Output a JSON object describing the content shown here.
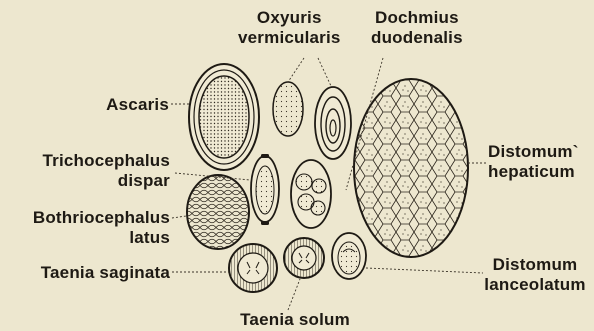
{
  "labels": {
    "oxyuris": "Oxyuris\nvermicularis",
    "dochmius": "Dochmius\nduodenalis",
    "ascaris": "Ascaris",
    "trichocephalus": "Trichocephalus\ndispar",
    "bothriocephalus": "Bothriocephalus\nlatus",
    "taenia_saginata": "Taenia saginata",
    "taenia_solum": "Taenia solum",
    "distomum_hepaticum": "Distomum`\nhepaticum",
    "distomum_lanceolatum": "Distomum\nlanceolatum"
  },
  "colors": {
    "background": "#ede7cf",
    "ink": "#1e1a14"
  }
}
